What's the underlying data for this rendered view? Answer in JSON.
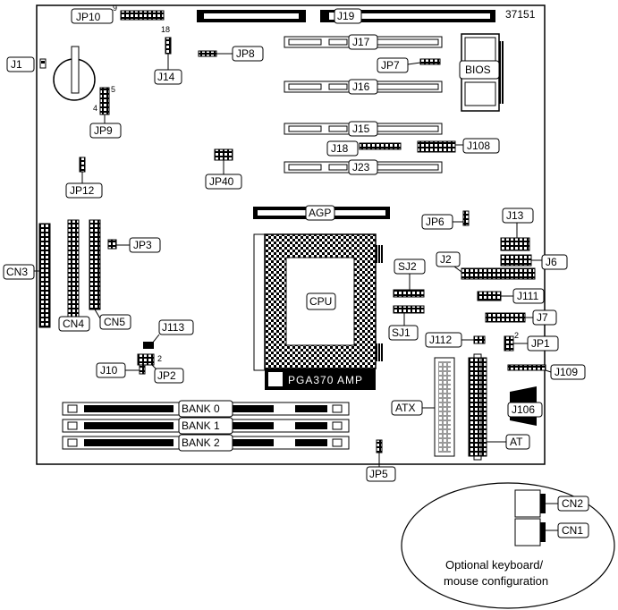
{
  "board_id": "37151",
  "caption": [
    "Optional keyboard/",
    "mouse configuration"
  ],
  "cpu_socket": "PGA370 AMP",
  "labels": {
    "JP10": "JP10",
    "J19": "J19",
    "J1": "J1",
    "J14": "J14",
    "JP8": "JP8",
    "J17": "J17",
    "JP7": "JP7",
    "BIOS": "BIOS",
    "JP9": "JP9",
    "J16": "J16",
    "J15": "J15",
    "J18": "J18",
    "J108": "J108",
    "JP12": "JP12",
    "JP40": "JP40",
    "J23": "J23",
    "AGP": "AGP",
    "JP6": "JP6",
    "J13": "J13",
    "CN3": "CN3",
    "JP3": "JP3",
    "J2": "J2",
    "J6": "J6",
    "CPU": "CPU",
    "SJ2": "SJ2",
    "SJ1": "SJ1",
    "J111": "J111",
    "CN5": "CN5",
    "J7": "J7",
    "CN4": "CN4",
    "J113": "J113",
    "J112": "J112",
    "JP1": "JP1",
    "J10": "J10",
    "JP2": "JP2",
    "J109": "J109",
    "ATX": "ATX",
    "J106": "J106",
    "BANK0": "BANK 0",
    "BANK1": "BANK 1",
    "BANK2": "BANK 2",
    "AT": "AT",
    "JP5": "JP5",
    "CN2": "CN2",
    "CN1": "CN1"
  },
  "pin_numbers": {
    "jp10_pin": "9",
    "j14_pin": "18",
    "jp9_top": "5",
    "jp9_side": "4",
    "jp2_pin": "2",
    "jp1_pin": "2"
  }
}
